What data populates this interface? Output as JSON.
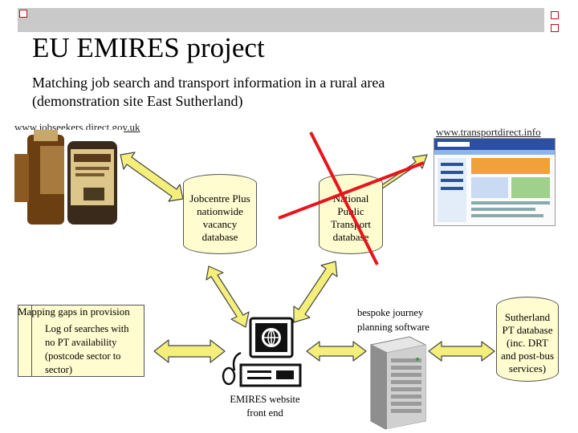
{
  "slide": {
    "title": "EU  EMIRES project",
    "subtitle_line1": "Matching job search and transport information in a rural area",
    "subtitle_line2": "(demonstration site East Sutherland)"
  },
  "links": {
    "jobseekers": "www.jobseekers.direct.gov.uk",
    "transportdirect": "www.transportdirect.info"
  },
  "databases": {
    "jobcentre": [
      "Jobcentre Plus",
      "nationwide",
      "vacancy",
      "database"
    ],
    "public_transport": [
      "National",
      "Public",
      "Transport",
      "database"
    ],
    "sutherland": [
      "Sutherland",
      "PT database",
      "(inc. DRT",
      "and post-bus",
      "services)"
    ]
  },
  "gaps": {
    "title": "Mapping gaps in provision",
    "body": [
      "Log of searches with",
      "no PT availability",
      "(postcode sector to",
      "sector)"
    ]
  },
  "labels": {
    "bespoke": [
      "bespoke journey",
      "planning software"
    ],
    "frontend": [
      "EMIRES website",
      "front end"
    ]
  },
  "colors": {
    "arrow_fill": "#f4ee7a",
    "cylinder_fill": "#fffccf",
    "cross_out": "#e8141c",
    "accent": "#b81414"
  }
}
